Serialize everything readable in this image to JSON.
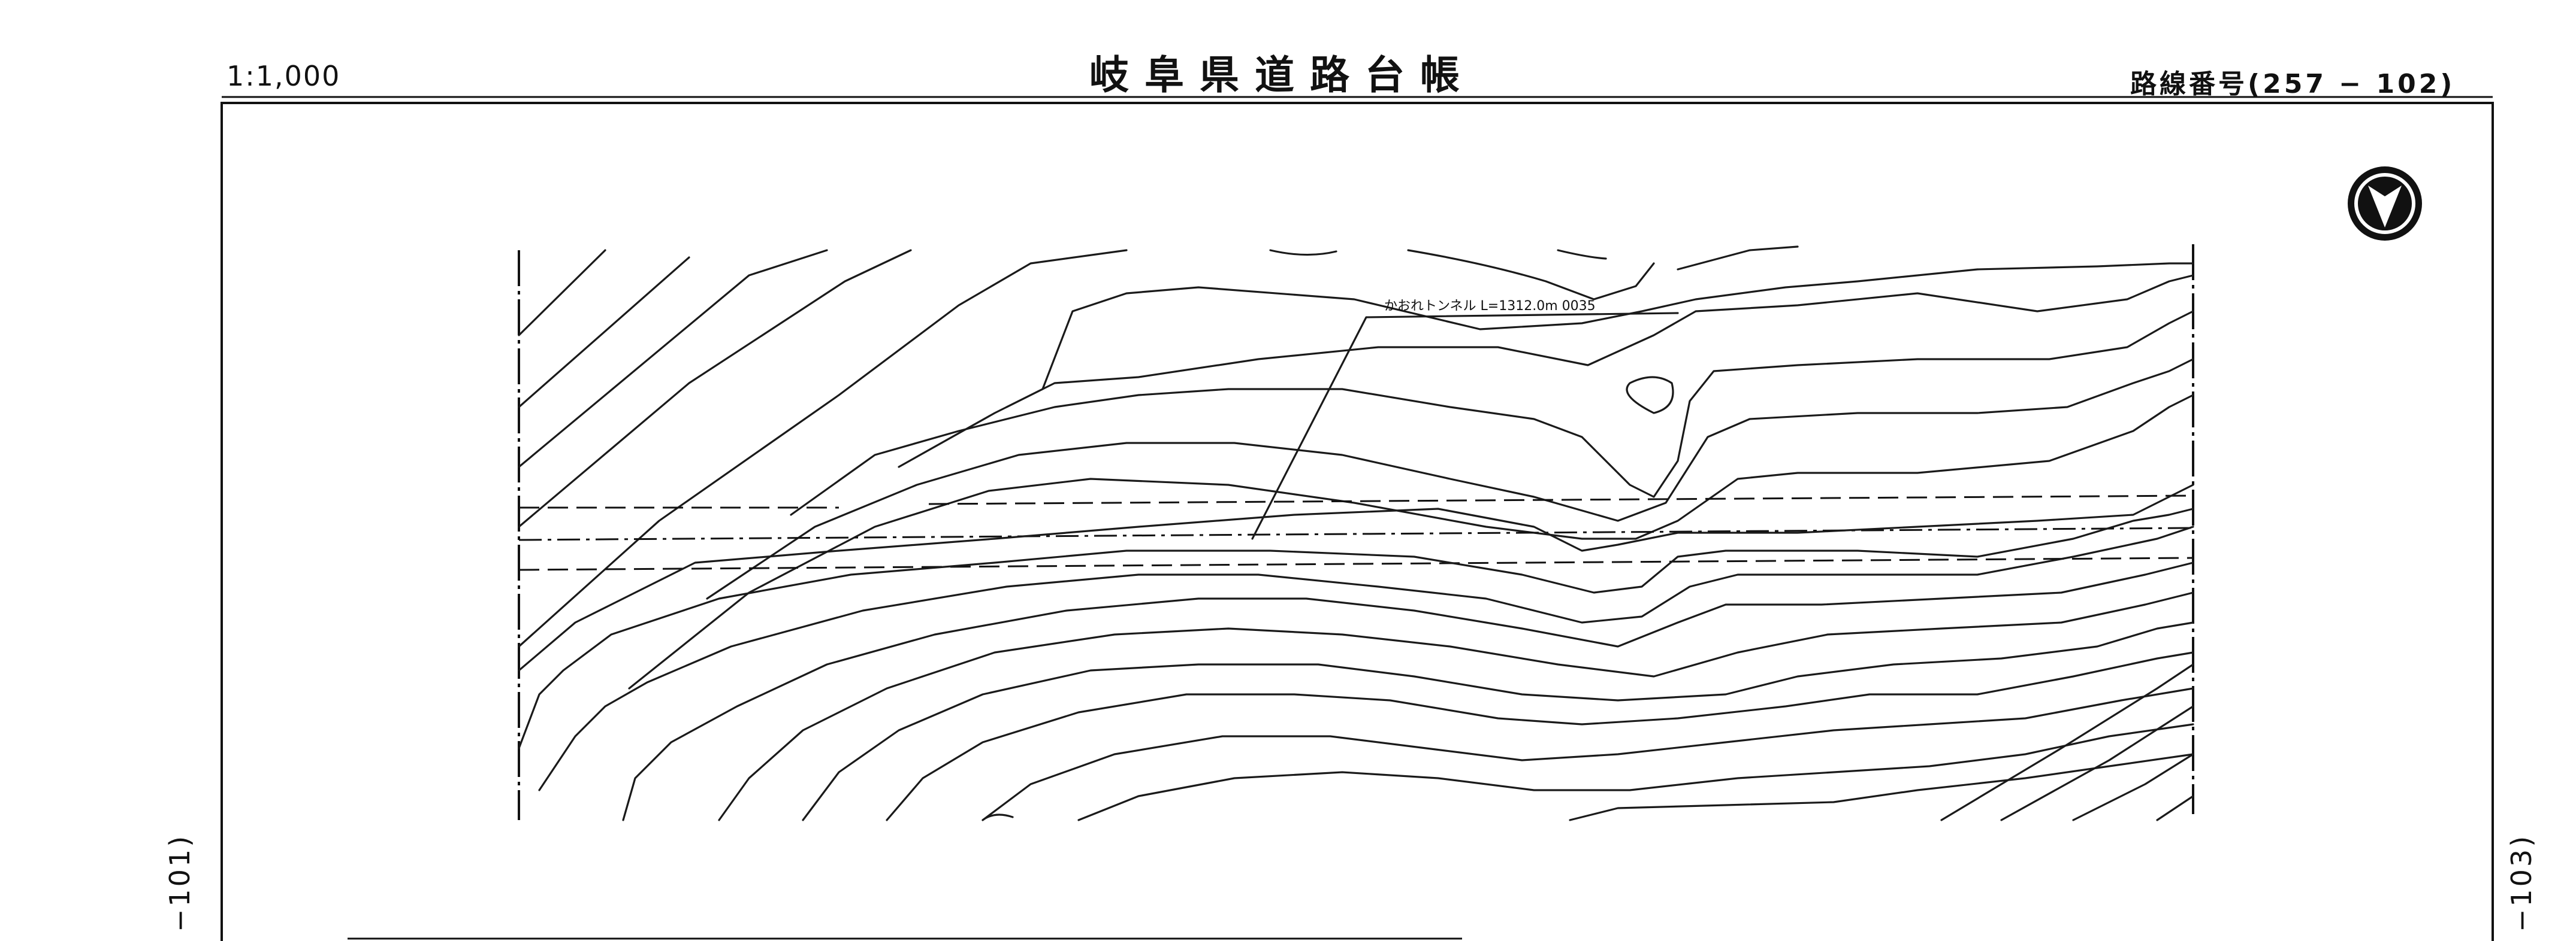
{
  "header": {
    "scale": "1:1,000",
    "title": "岐阜県道路台帳",
    "route_number": "路線番号(257 − 102)"
  },
  "edges": {
    "left_adjacent": "−101)",
    "right_adjacent": "−103)"
  },
  "map": {
    "tunnel_label": "かおれトンネル L=1312.0m 0035",
    "north_arrow_icon": "north-arrow-icon"
  }
}
